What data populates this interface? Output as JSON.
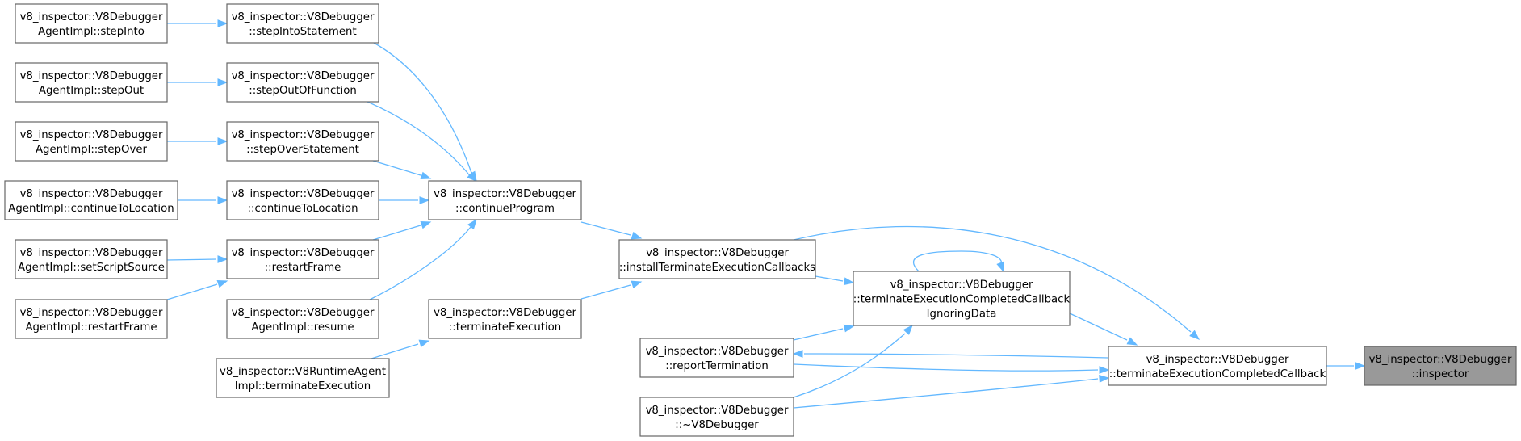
{
  "nodes": [
    {
      "id": "n_inspector",
      "lines": [
        "v8_inspector::V8Debugger",
        "::inspector"
      ],
      "highlight": true,
      "interactable": false
    },
    {
      "id": "n_tecc",
      "lines": [
        "v8_inspector::V8Debugger",
        "::terminateExecutionCompletedCallback"
      ]
    },
    {
      "id": "n_install",
      "lines": [
        "v8_inspector::V8Debugger",
        "::installTerminateExecutionCallbacks"
      ]
    },
    {
      "id": "n_teccid",
      "lines": [
        "v8_inspector::V8Debugger",
        "::terminateExecutionCompletedCallback",
        "IgnoringData"
      ]
    },
    {
      "id": "n_report",
      "lines": [
        "v8_inspector::V8Debugger",
        "::reportTermination"
      ]
    },
    {
      "id": "n_dtor",
      "lines": [
        "v8_inspector::V8Debugger",
        "::~V8Debugger"
      ]
    },
    {
      "id": "n_continue",
      "lines": [
        "v8_inspector::V8Debugger",
        "::continueProgram"
      ]
    },
    {
      "id": "n_termexec",
      "lines": [
        "v8_inspector::V8Debugger",
        "::terminateExecution"
      ]
    },
    {
      "id": "n_stepInto",
      "lines": [
        "v8_inspector::V8Debugger",
        "::stepIntoStatement"
      ]
    },
    {
      "id": "n_stepOut",
      "lines": [
        "v8_inspector::V8Debugger",
        "::stepOutOfFunction"
      ]
    },
    {
      "id": "n_stepOver",
      "lines": [
        "v8_inspector::V8Debugger",
        "::stepOverStatement"
      ]
    },
    {
      "id": "n_contLoc",
      "lines": [
        "v8_inspector::V8Debugger",
        "::continueToLocation"
      ]
    },
    {
      "id": "n_restart",
      "lines": [
        "v8_inspector::V8Debugger",
        "::restartFrame"
      ]
    },
    {
      "id": "n_resume",
      "lines": [
        "v8_inspector::V8Debugger",
        "AgentImpl::resume"
      ]
    },
    {
      "id": "n_rtTerm",
      "lines": [
        "v8_inspector::V8RuntimeAgent",
        "Impl::terminateExecution"
      ]
    },
    {
      "id": "n_a_stepInto",
      "lines": [
        "v8_inspector::V8Debugger",
        "AgentImpl::stepInto"
      ]
    },
    {
      "id": "n_a_stepOut",
      "lines": [
        "v8_inspector::V8Debugger",
        "AgentImpl::stepOut"
      ]
    },
    {
      "id": "n_a_stepOver",
      "lines": [
        "v8_inspector::V8Debugger",
        "AgentImpl::stepOver"
      ]
    },
    {
      "id": "n_a_contLoc",
      "lines": [
        "v8_inspector::V8Debugger",
        "AgentImpl::continueToLocation"
      ]
    },
    {
      "id": "n_a_setSrc",
      "lines": [
        "v8_inspector::V8Debugger",
        "AgentImpl::setScriptSource"
      ]
    },
    {
      "id": "n_a_restart",
      "lines": [
        "v8_inspector::V8Debugger",
        "AgentImpl::restartFrame"
      ]
    }
  ],
  "edges": [
    {
      "from": "n_tecc",
      "to": "n_inspector"
    },
    {
      "from": "n_install",
      "to": "n_tecc"
    },
    {
      "from": "n_teccid",
      "to": "n_tecc"
    },
    {
      "from": "n_report",
      "to": "n_tecc"
    },
    {
      "from": "n_dtor",
      "to": "n_tecc"
    },
    {
      "from": "n_continue",
      "to": "n_install"
    },
    {
      "from": "n_termexec",
      "to": "n_install"
    },
    {
      "from": "n_install",
      "to": "n_teccid"
    },
    {
      "from": "n_teccid",
      "to": "n_teccid"
    },
    {
      "from": "n_report",
      "to": "n_teccid"
    },
    {
      "from": "n_dtor",
      "to": "n_teccid"
    },
    {
      "from": "n_tecc",
      "to": "n_report"
    },
    {
      "from": "n_stepInto",
      "to": "n_continue"
    },
    {
      "from": "n_stepOut",
      "to": "n_continue"
    },
    {
      "from": "n_stepOver",
      "to": "n_continue"
    },
    {
      "from": "n_contLoc",
      "to": "n_continue"
    },
    {
      "from": "n_restart",
      "to": "n_continue"
    },
    {
      "from": "n_resume",
      "to": "n_continue"
    },
    {
      "from": "n_rtTerm",
      "to": "n_termexec"
    },
    {
      "from": "n_a_stepInto",
      "to": "n_stepInto"
    },
    {
      "from": "n_a_stepOut",
      "to": "n_stepOut"
    },
    {
      "from": "n_a_stepOver",
      "to": "n_stepOver"
    },
    {
      "from": "n_a_contLoc",
      "to": "n_contLoc"
    },
    {
      "from": "n_a_setSrc",
      "to": "n_restart"
    },
    {
      "from": "n_a_restart",
      "to": "n_restart"
    }
  ],
  "colors": {
    "edge": "#63b8ff",
    "node_border": "#666666",
    "node_fill": "#ffffff",
    "highlight_fill": "#999999"
  }
}
